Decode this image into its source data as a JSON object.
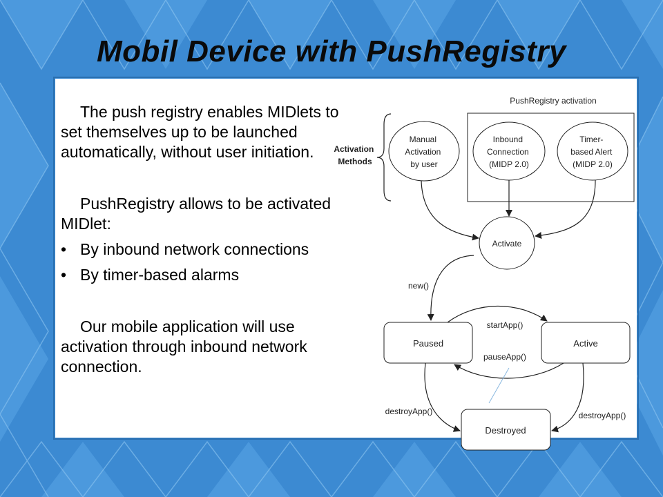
{
  "slide": {
    "title": "Mobil Device with PushRegistry",
    "paragraph1": "The push registry enables MIDlets to set themselves up to be launched automatically, without user initiation.",
    "paragraph2": "PushRegistry allows to be activated MIDlet:",
    "bullets": [
      "By inbound network connections",
      "By timer-based alarms"
    ],
    "paragraph3": "Our mobile application will use activation through inbound network connection.",
    "bullet_symbol": "•"
  },
  "diagram": {
    "group_label": "PushRegistry activation",
    "brace_label": [
      "Activation",
      "Methods"
    ],
    "nodes": {
      "manual": [
        "Manual",
        "Activation",
        "by user"
      ],
      "inbound": [
        "Inbound",
        "Connection",
        "(MIDP 2.0)"
      ],
      "timer": [
        "Timer-",
        "based Alert",
        "(MIDP 2.0)"
      ],
      "activate": "Activate",
      "paused": "Paused",
      "active": "Active",
      "destroyed": "Destroyed"
    },
    "edges": {
      "new": "new()",
      "start": "startApp()",
      "pause": "pauseApp()",
      "destroy_left": "destroyApp()",
      "destroy_right": "destroyApp()"
    }
  },
  "colors": {
    "background": "#3f8fd6",
    "panel": "#ffffff",
    "text": "#000000"
  }
}
